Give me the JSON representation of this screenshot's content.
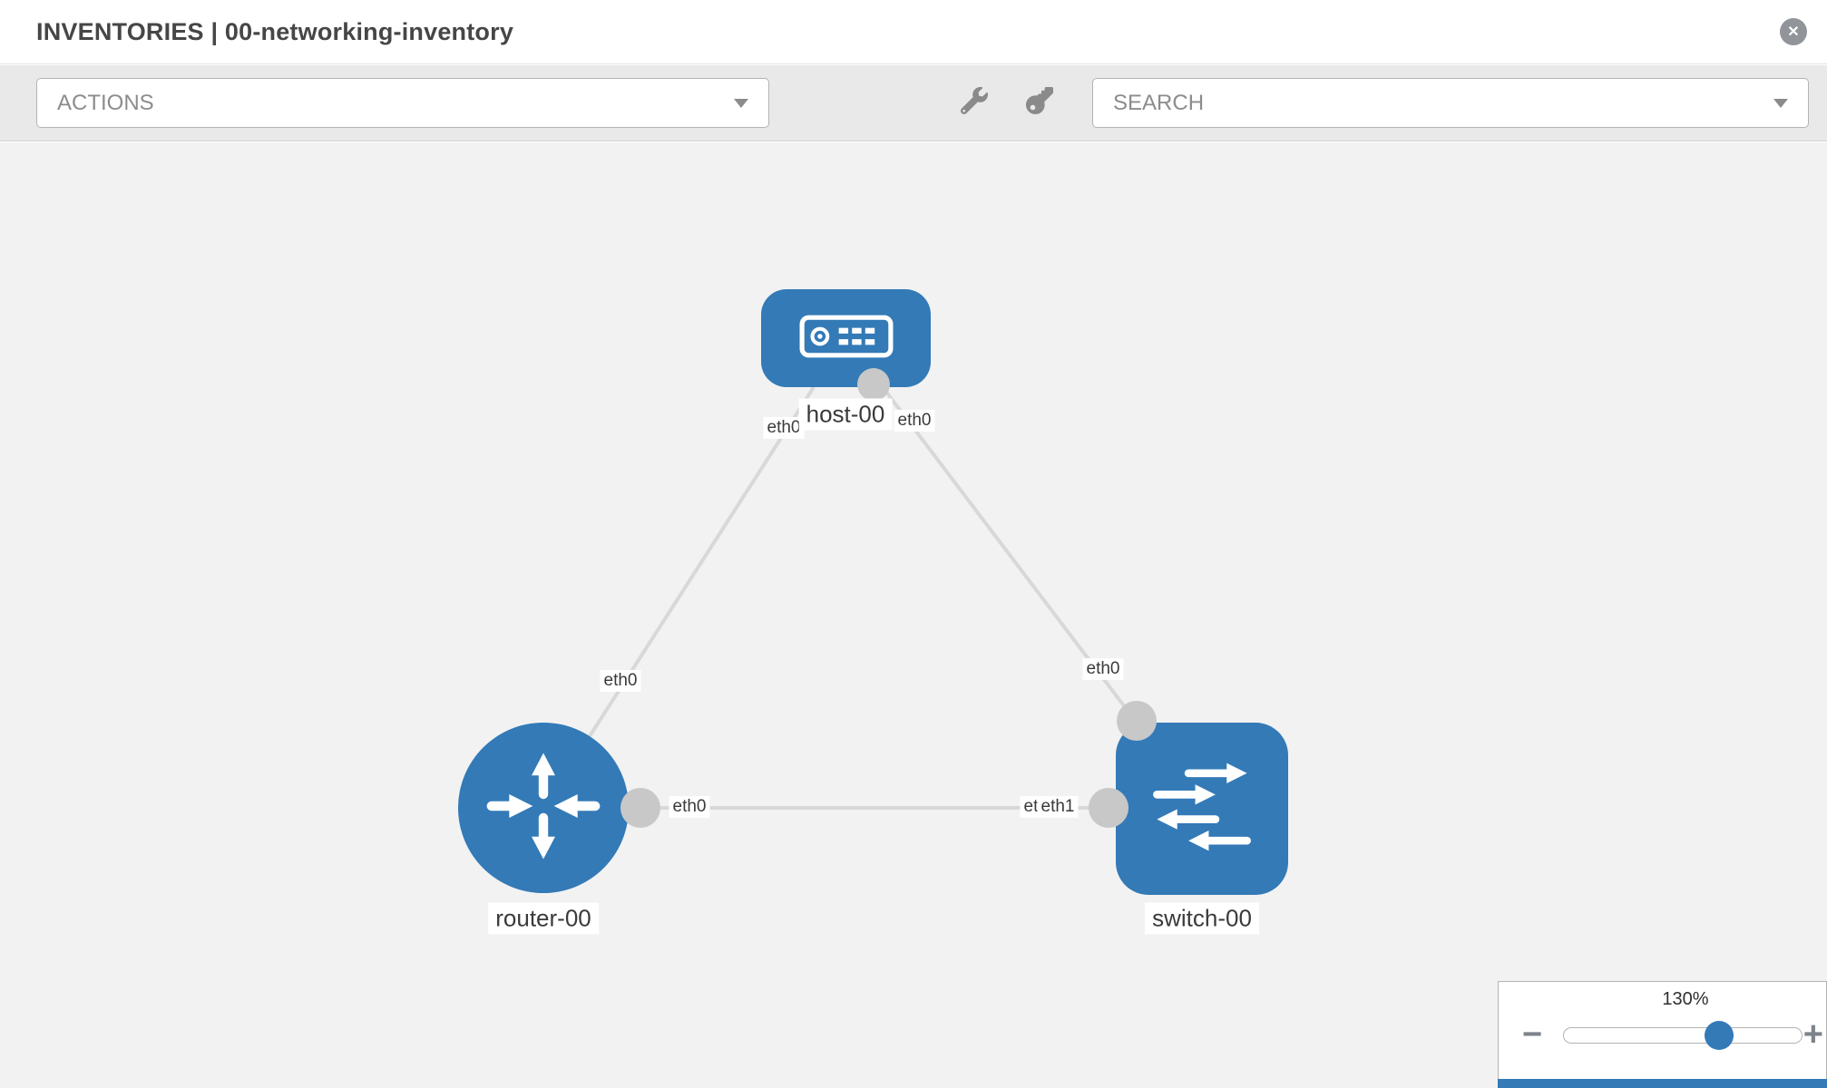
{
  "window": {
    "title": "INVENTORIES | 00-networking-inventory",
    "close_glyph": "✕"
  },
  "toolbar": {
    "actions_label": "ACTIONS",
    "search_label": "SEARCH",
    "icons": [
      "wrench-icon",
      "key-icon"
    ]
  },
  "topology": {
    "nodes": [
      {
        "type": "host",
        "label": "host-00"
      },
      {
        "type": "router",
        "label": "router-00"
      },
      {
        "type": "switch",
        "label": "switch-00"
      }
    ],
    "links": [
      {
        "from": "host-00",
        "to": "router-00"
      },
      {
        "from": "host-00",
        "to": "switch-00"
      },
      {
        "from": "router-00",
        "to": "switch-00"
      }
    ],
    "interface_labels": [
      "eth0",
      "eth0",
      "eth0",
      "eth0",
      "eth0",
      "eth0",
      "eth1"
    ]
  },
  "zoom": {
    "level": "130%",
    "minus_glyph": "−",
    "plus_glyph": "+"
  },
  "colors": {
    "node_blue": "#337ab7",
    "link_gray": "#d8d8d8",
    "port_gray": "#c8c8c8",
    "canvas_bg": "#f2f2f2"
  }
}
